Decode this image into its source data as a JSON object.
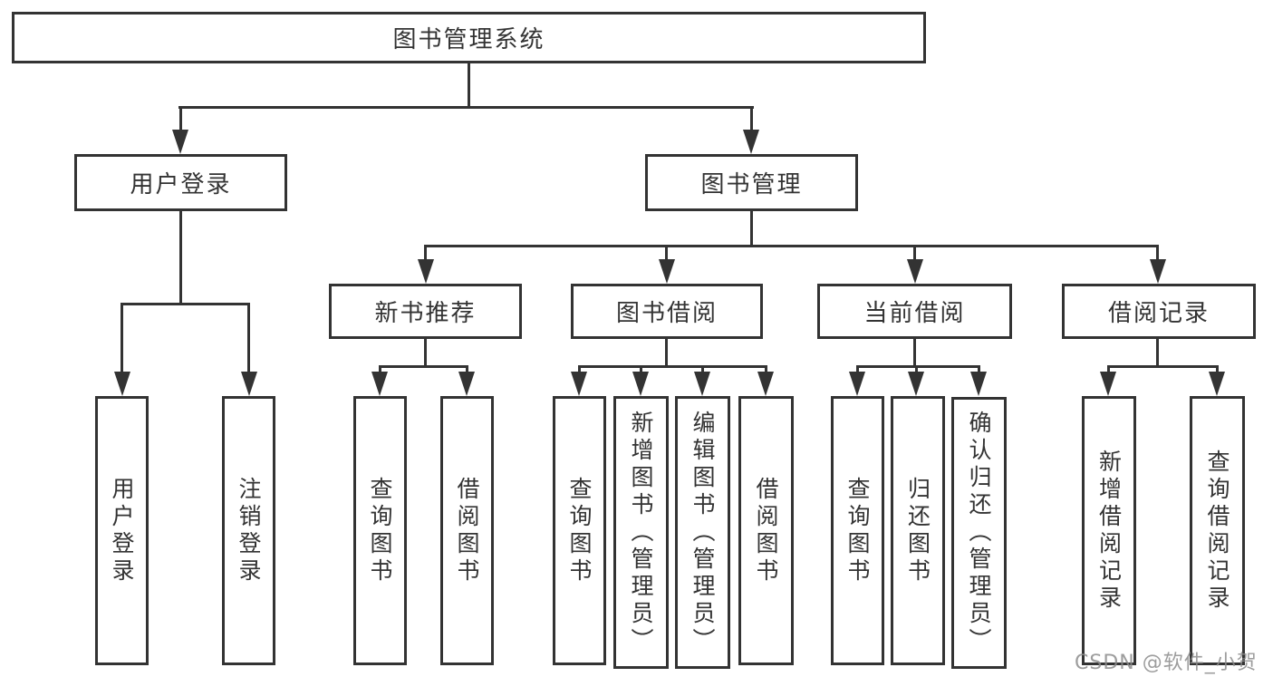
{
  "diagram": {
    "tree": {
      "label": "图书管理系统",
      "children": [
        {
          "label": "用户登录",
          "children": [
            {
              "label": "用户登录"
            },
            {
              "label": "注销登录"
            }
          ]
        },
        {
          "label": "图书管理",
          "children": [
            {
              "label": "新书推荐",
              "children": [
                {
                  "label": "查询图书"
                },
                {
                  "label": "借阅图书"
                }
              ]
            },
            {
              "label": "图书借阅",
              "children": [
                {
                  "label": "查询图书"
                },
                {
                  "label": "新增图书（管理员）"
                },
                {
                  "label": "编辑图书（管理员）"
                },
                {
                  "label": "借阅图书"
                }
              ]
            },
            {
              "label": "当前借阅",
              "children": [
                {
                  "label": "查询图书"
                },
                {
                  "label": "归还图书"
                },
                {
                  "label": "确认归还（管理员）"
                }
              ]
            },
            {
              "label": "借阅记录",
              "children": [
                {
                  "label": "新增借阅记录"
                },
                {
                  "label": "查询借阅记录"
                }
              ]
            }
          ]
        }
      ]
    }
  },
  "watermark": {
    "text": "CSDN @软件_小贺同学"
  },
  "colors": {
    "line": "#333333",
    "text": "#333333",
    "watermark": "#8c8c8c",
    "background": "#ffffff"
  }
}
